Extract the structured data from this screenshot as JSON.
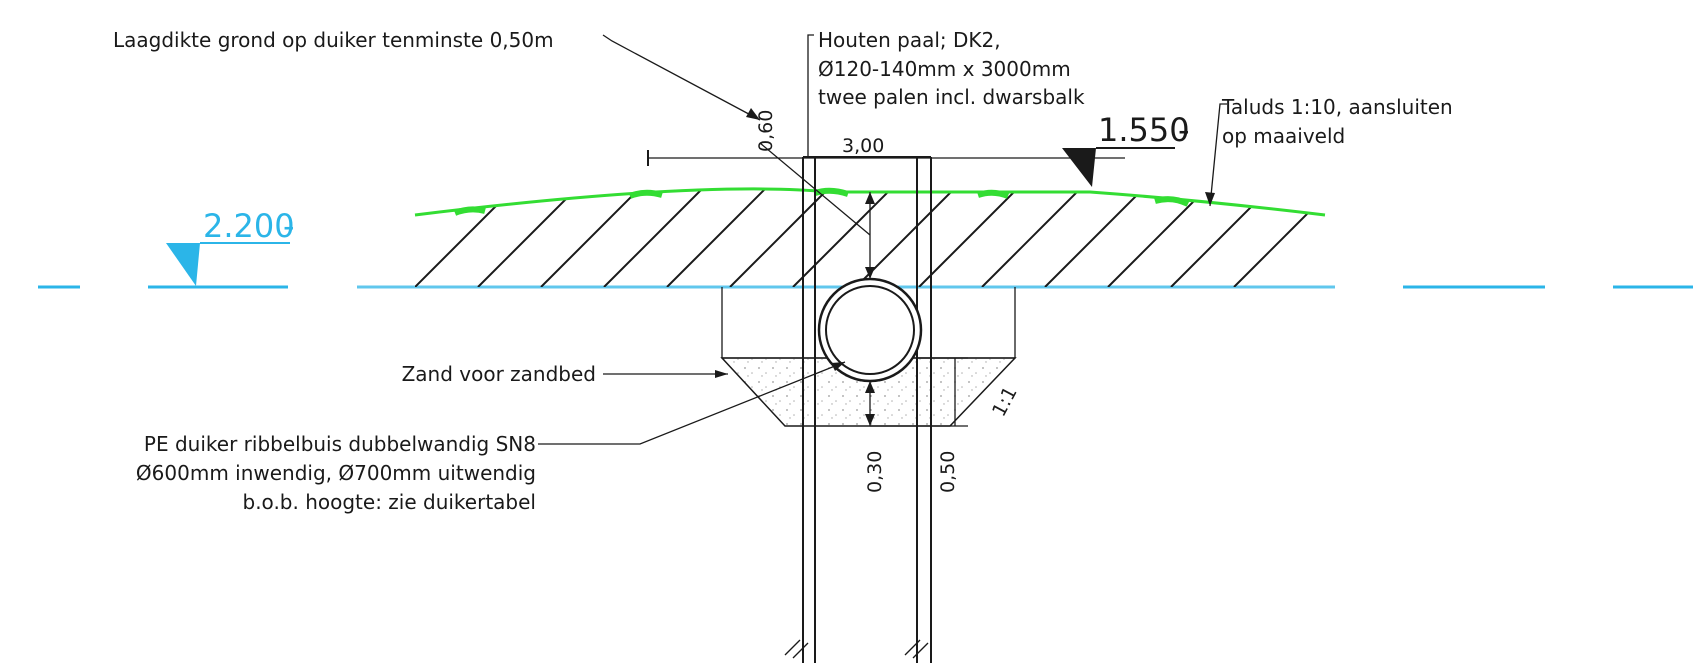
{
  "labels": {
    "cover_depth": "Laagdikte grond op duiker tenminste 0,50m",
    "pile_line1": "Houten paal; DK2,",
    "pile_line2": "Ø120-140mm x 3000mm",
    "pile_line3": "twee palen incl. dwarsbalk",
    "slope_line1": "Taluds 1:10, aansluiten",
    "slope_line2": "op maaiveld",
    "sand": "Zand voor zandbed",
    "pipe_line1": "PE duiker ribbelbuis dubbelwandig SN8",
    "pipe_line2": "Ø600mm inwendig, Ø700mm uitwendig",
    "pipe_line3": "b.o.b. hoogte: zie duikertabel"
  },
  "levels": {
    "top": "1.550",
    "water": "2.200"
  },
  "dimensions": {
    "cover": "0,60",
    "width": "3,00",
    "below_pipe": "0,30",
    "sand_depth": "0,50",
    "slope_ratio": "1:1"
  },
  "colors": {
    "line": "#1a1a1a",
    "grass": "#33dd33",
    "water": "#2bb5e8"
  }
}
